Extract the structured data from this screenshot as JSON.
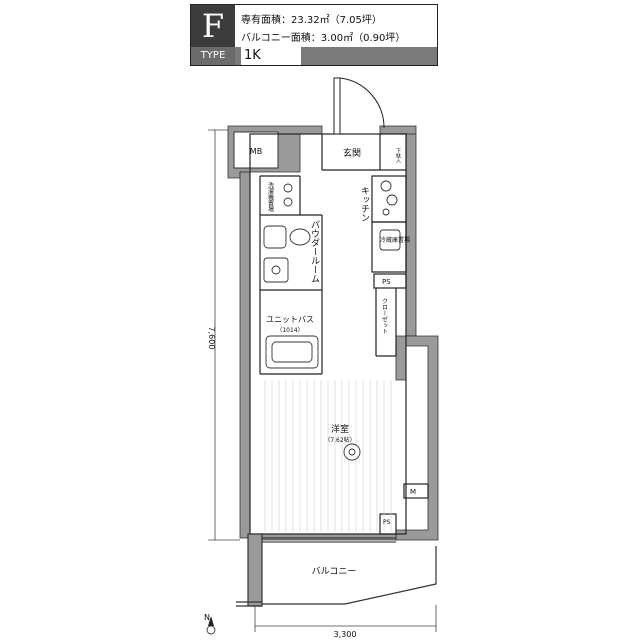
{
  "header": {
    "unit_letter": "F",
    "type_label": "TYPE",
    "layout": "1K",
    "area_line": "専有面積：23.32㎡（7.05坪）",
    "balcony_line": "バルコニー面積：3.00㎡（0.90坪）"
  },
  "rooms": {
    "mb": "MB",
    "genkan": "玄関",
    "kitchen": "キッチン",
    "washer": "洗濯機置場",
    "powder": "パウダールーム",
    "fridge": "冷蔵庫置場",
    "ps1": "PS",
    "closet": "クローゼット",
    "unitbath": "ユニットバス",
    "unitbath_size": "（1014）",
    "western": "洋室",
    "western_size": "（7.62帖）",
    "m": "M",
    "ps2": "PS",
    "balcony": "バルコニー",
    "shoebox": "下駄入"
  },
  "dimensions": {
    "height": "7,600",
    "width": "3,300"
  },
  "compass": {
    "north": "N"
  }
}
